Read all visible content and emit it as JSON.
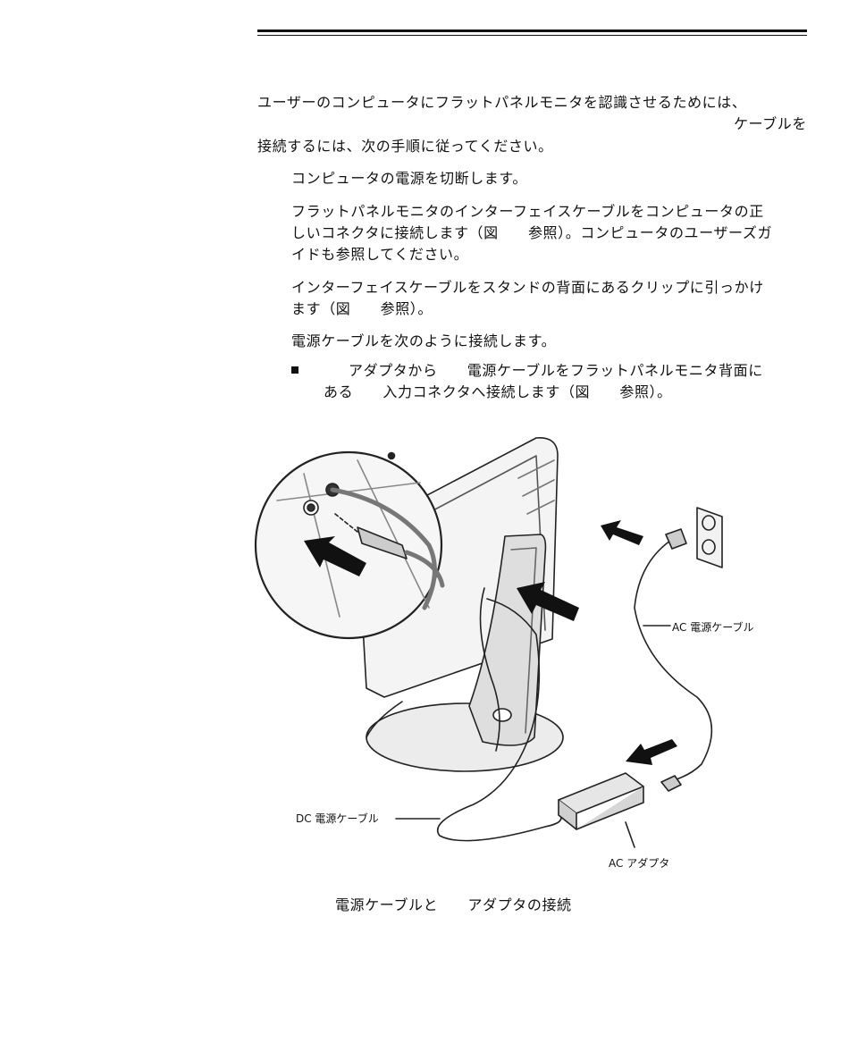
{
  "text": {
    "intro_line1": "ユーザーのコンピュータにフラットパネルモニタを認識させるためには、",
    "intro_line2": "ケーブルを",
    "intro_line3": "接続するには、次の手順に従ってください。",
    "step1": "コンピュータの電源を切断します。",
    "step2_line1": "フラットパネルモニタのインターフェイスケーブルをコンピュータの正",
    "step2_line2": "しいコネクタに接続します（図　　参照）。コンピュータのユーザーズガ",
    "step2_line3": "イドも参照してください。",
    "step3_line1": "インターフェイスケーブルをスタンドの背面にあるクリップに引っかけ",
    "step3_line2": "ます（図　　参照）。",
    "step4": "電源ケーブルを次のように接続します。",
    "bullet_line1": "アダプタから　　電源ケーブルをフラットパネルモニタ背面に",
    "bullet_line2": "ある　　入力コネクタへ接続します（図　　参照）。"
  },
  "figure": {
    "label_ac_cable": "AC 電源ケーブル",
    "label_dc_cable": "DC 電源ケーブル",
    "label_ac_adapter": "AC アダプタ",
    "caption": "電源ケーブルと　　アダプタの接続"
  }
}
